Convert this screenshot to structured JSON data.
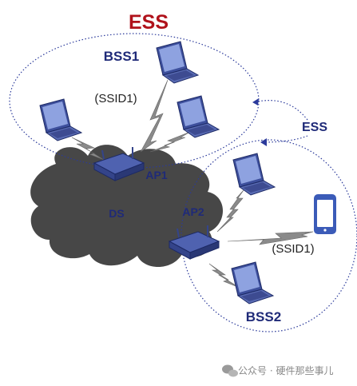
{
  "title": "ESS",
  "bss1": {
    "label": "BSS1",
    "ssid": "(SSID1)"
  },
  "bss2": {
    "label": "BSS2",
    "ssid": "(SSID1)"
  },
  "ess_side_label": "ESS",
  "ap1_label": "AP1",
  "ap2_label": "AP2",
  "ds_label": "DS",
  "watermark": "公众号 · 硬件那些事儿",
  "colors": {
    "title_red": "#b0121b",
    "navy": "#1f2a78",
    "ellipse_dots": "#2b3a9b",
    "cloud_fill": "#4a4a4a",
    "laptop_body": "#4b5ea8",
    "lightning": "#8c8c8c"
  }
}
